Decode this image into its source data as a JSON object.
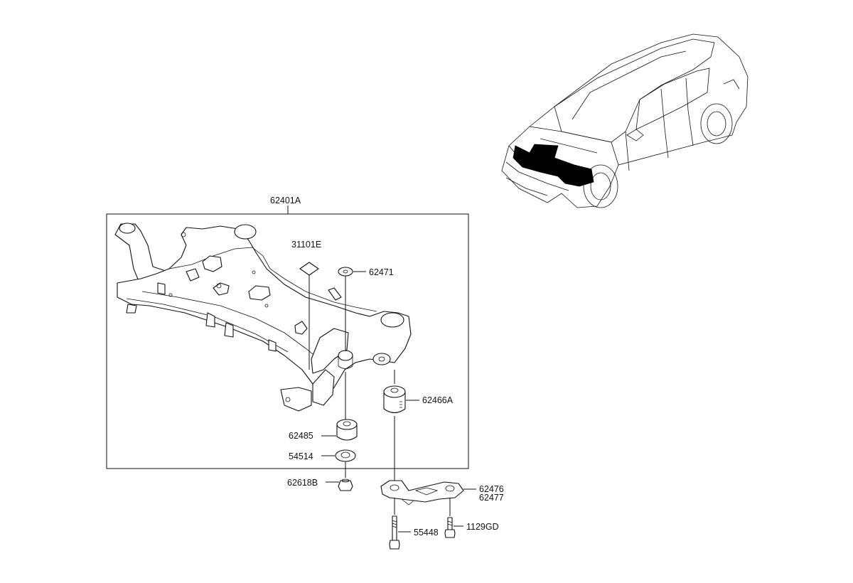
{
  "labels": {
    "subframe": "62401A",
    "seal": "31101E",
    "washer_top": "62471",
    "bushing_rear": "62466A",
    "bushing_front": "62485",
    "washer_lower": "54514",
    "nut": "62618B",
    "bracket_lh": "62476",
    "bracket_rh": "62477",
    "bolt_long": "55448",
    "bolt_short": "1129GD"
  },
  "icons": {
    "vehicle": "sedan-front-quarter-icon",
    "subframe": "crossmember-subframe-icon"
  },
  "colors": {
    "line": "#111111",
    "background": "#ffffff",
    "highlight": "#000000"
  }
}
